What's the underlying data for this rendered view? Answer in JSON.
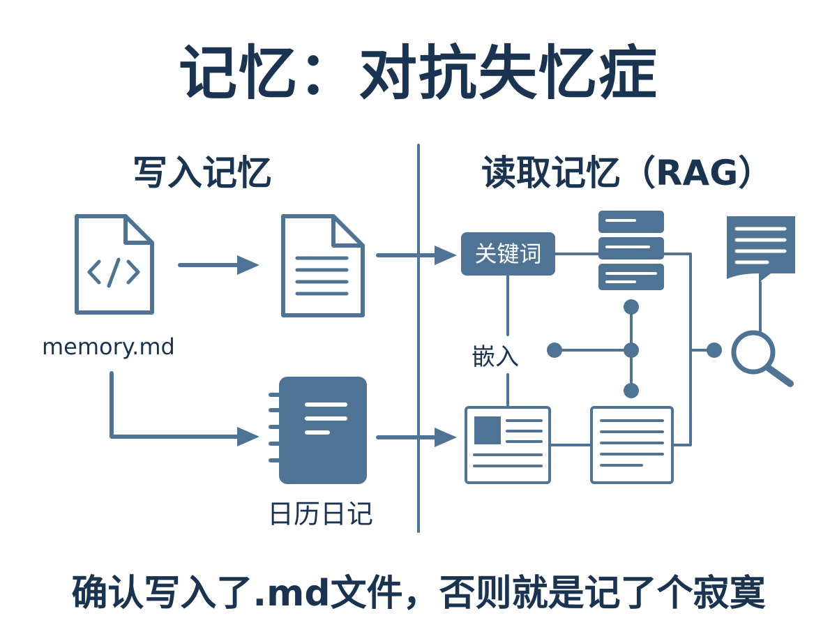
{
  "title": "记忆：对抗失忆症",
  "left": {
    "heading": "写入记忆",
    "file_label": "memory.md",
    "calendar_label": "日历日记"
  },
  "right": {
    "heading": "读取记忆（RAG）",
    "keyword_label": "关键词",
    "embed_label": "嵌入"
  },
  "footer": "确认写入了.md文件，否则就是记了个寂寞",
  "colors": {
    "title": "#1a3350",
    "accent": "#4e7394"
  },
  "icons": [
    "code-file-icon",
    "document-icon",
    "notebook-icon",
    "database-icon",
    "result-document-icon",
    "magnifier-icon",
    "card-icon",
    "text-card-icon"
  ]
}
